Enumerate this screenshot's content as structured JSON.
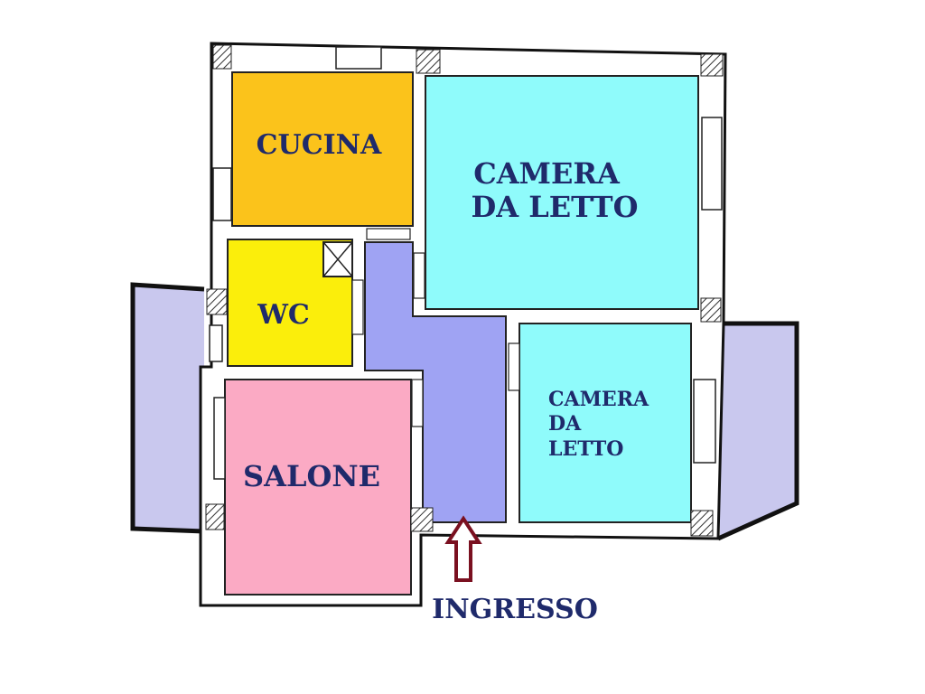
{
  "rooms": {
    "cucina": {
      "label": "CUCINA",
      "color": "#fbc31b"
    },
    "camera_1": {
      "line1": "CAMERA",
      "line2": "DA LETTO",
      "color": "#8ffbfb"
    },
    "wc": {
      "label": "WC",
      "color": "#fbee0b"
    },
    "corridoio": {
      "color": "#9fa3f3"
    },
    "salone": {
      "label": "SALONE",
      "color": "#fbaac4"
    },
    "camera_2": {
      "line1": "CAMERA",
      "line2": "DA",
      "line3": "LETTO",
      "color": "#8ffbfb"
    },
    "balcone": {
      "color": "#c9c8ee"
    }
  },
  "entrance": {
    "label": "INGRESSO",
    "arrow_color": "#7a1020"
  },
  "colors": {
    "wall": "#1a1a1a",
    "text": "#1f2a6b"
  }
}
